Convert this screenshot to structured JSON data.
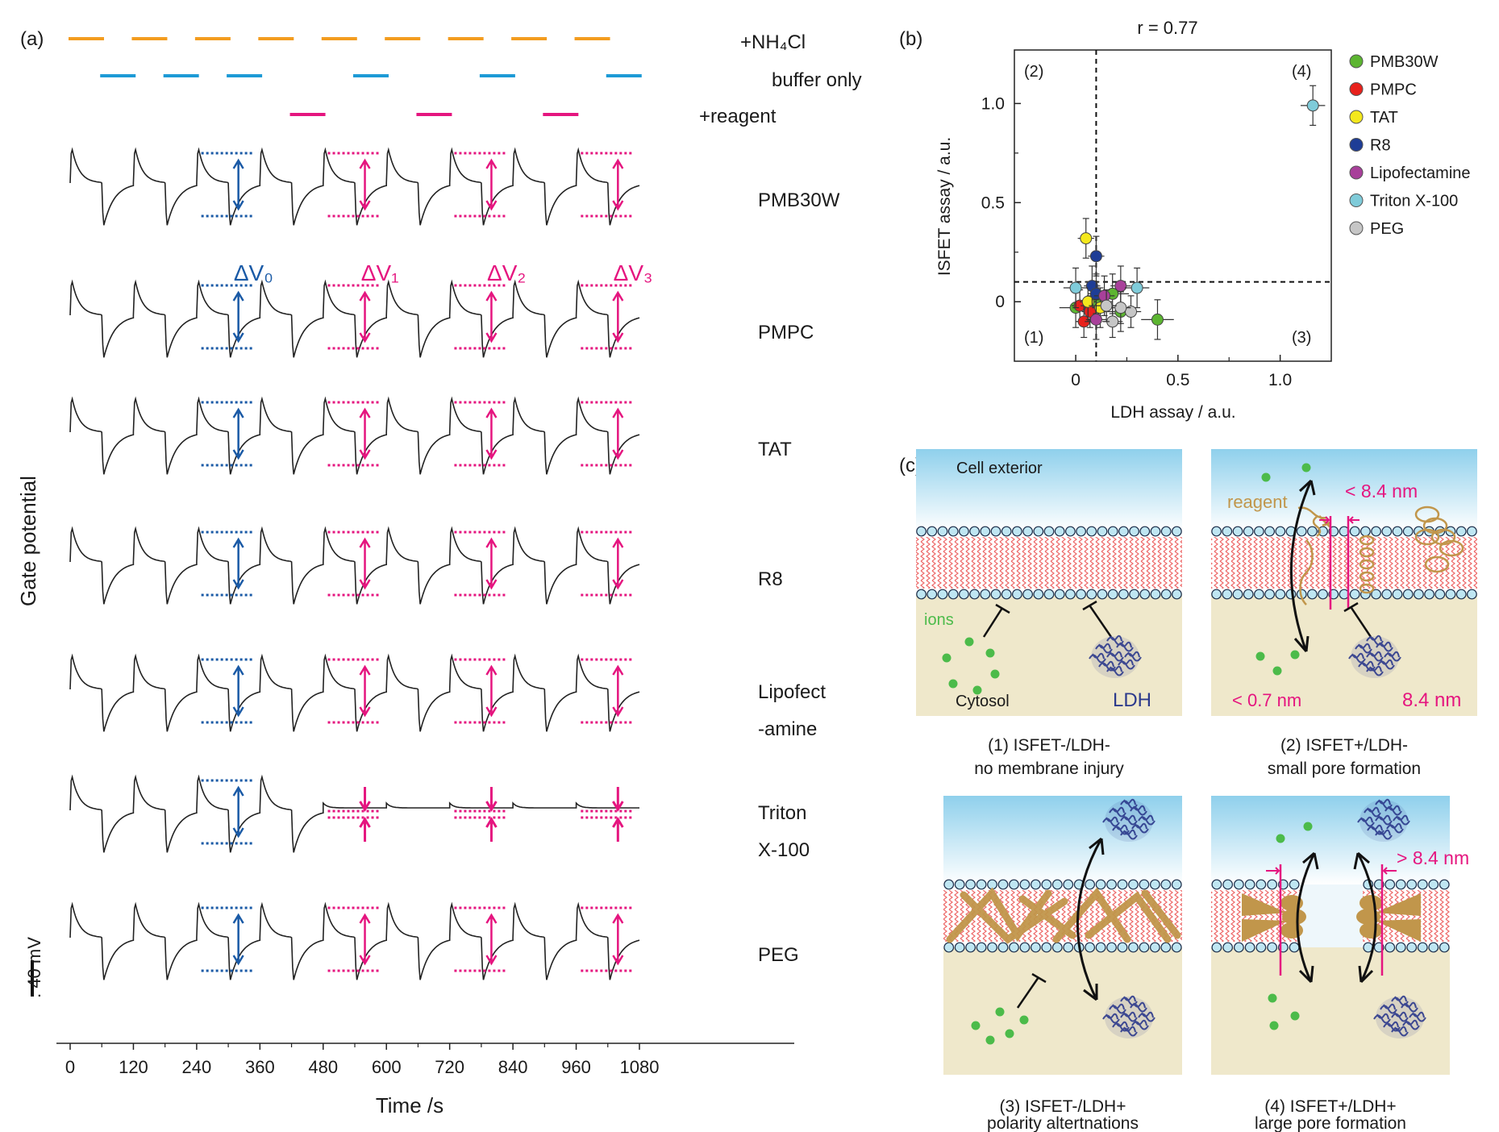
{
  "panel_a": {
    "label": "(a)",
    "protocol": {
      "nh4cl": "+NH₄Cl",
      "buffer": "buffer only",
      "reagent": "+reagent"
    },
    "rows": [
      "PMB30W",
      "PMPC",
      "TAT",
      "R8",
      "Lipofect",
      "Triton",
      "PEG"
    ],
    "rows_line2": [
      "",
      "",
      "",
      "",
      "-amine",
      "X-100",
      ""
    ],
    "triton_index": 5,
    "dv_labels": [
      "ΔV₀",
      "ΔV₁",
      "ΔV₂",
      "ΔV₃"
    ],
    "ylabel": "Gate potential",
    "scale_label": ": 40 mV",
    "xlabel": "Time /s",
    "xticks": [
      "0",
      "120",
      "240",
      "360",
      "480",
      "600",
      "720",
      "840",
      "960",
      "1080"
    ]
  },
  "panel_b": {
    "label": "(b)",
    "title": "r = 0.77",
    "xlabel": "LDH assay / a.u.",
    "ylabel": "ISFET assay / a.u.",
    "quadrants": [
      "(1)",
      "(2)",
      "(3)",
      "(4)"
    ]
  },
  "chart_data": {
    "type": "scatter",
    "title": "r = 0.77",
    "xlabel": "LDH assay / a.u.",
    "ylabel": "ISFET assay / a.u.",
    "xlim": [
      -0.3,
      1.25
    ],
    "ylim": [
      -0.3,
      1.27
    ],
    "xticks": [
      "0",
      "0.5",
      "1.0"
    ],
    "yticks": [
      "0",
      "0.5",
      "1.0"
    ],
    "threshold_x": 0.1,
    "threshold_y": 0.1,
    "legend_position": "right",
    "series": [
      {
        "name": "PMB30W",
        "color": "#5cb531",
        "points": [
          [
            0.18,
            0.04
          ],
          [
            0.22,
            -0.05
          ],
          [
            0.4,
            -0.09
          ],
          [
            0.1,
            0.0
          ],
          [
            0.0,
            -0.03
          ]
        ],
        "xerr": 0.08,
        "yerr": 0.1
      },
      {
        "name": "PMPC",
        "color": "#e8211c",
        "points": [
          [
            0.02,
            -0.02
          ],
          [
            0.04,
            -0.1
          ],
          [
            0.07,
            -0.05
          ]
        ],
        "xerr": 0.04,
        "yerr": 0.08
      },
      {
        "name": "TAT",
        "color": "#f4e81d",
        "points": [
          [
            0.05,
            0.32
          ],
          [
            0.06,
            0.0
          ],
          [
            0.12,
            -0.03
          ]
        ],
        "xerr": 0.04,
        "yerr": 0.1
      },
      {
        "name": "R8",
        "color": "#1e3d96",
        "points": [
          [
            0.1,
            0.23
          ],
          [
            0.08,
            0.08
          ],
          [
            0.1,
            0.04
          ]
        ],
        "xerr": 0.04,
        "yerr": 0.1
      },
      {
        "name": "Lipofectamine",
        "color": "#a8409a",
        "points": [
          [
            0.22,
            0.08
          ],
          [
            0.14,
            0.03
          ],
          [
            0.1,
            -0.09
          ]
        ],
        "xerr": 0.05,
        "yerr": 0.1
      },
      {
        "name": "Triton X-100",
        "color": "#7fcbd9",
        "points": [
          [
            1.16,
            0.99
          ],
          [
            0.3,
            0.07
          ],
          [
            0.0,
            0.07
          ]
        ],
        "xerr": 0.06,
        "yerr": 0.1
      },
      {
        "name": "PEG",
        "color": "#c6c6c6",
        "points": [
          [
            0.18,
            -0.1
          ],
          [
            0.27,
            -0.05
          ],
          [
            0.22,
            -0.03
          ],
          [
            0.15,
            -0.02
          ]
        ],
        "xerr": 0.05,
        "yerr": 0.08
      }
    ]
  },
  "panel_c": {
    "label": "(c)",
    "exterior": "Cell exterior",
    "cytosol": "Cytosol",
    "ions": "ions",
    "ldh": "LDH",
    "reagent": "reagent",
    "size_small": "< 8.4 nm",
    "size_ion": "< 0.7 nm",
    "size_ldh": "8.4 nm",
    "size_large": "> 8.4 nm",
    "captions": [
      [
        "(1) ISFET-/LDH-",
        "no membrane injury"
      ],
      [
        "(2) ISFET+/LDH-",
        "small pore formation"
      ],
      [
        "(3) ISFET-/LDH+",
        "polarity altertnations"
      ],
      [
        "(4) ISFET+/LDH+",
        "large pore formation"
      ]
    ]
  },
  "colors": {
    "orange": "#f39c1f",
    "blue": "#1d9ad6",
    "magenta": "#e5157f",
    "dvblue": "#1a5aa6",
    "ldh": "#2c3a8c",
    "tan": "#c1964b",
    "ion": "#4cbb4a",
    "lipid_head": "#bfe6f2",
    "lipid_tail": "#ee6a6a",
    "sky": "#8fd0ec",
    "cytosol": "#efe8cb"
  }
}
